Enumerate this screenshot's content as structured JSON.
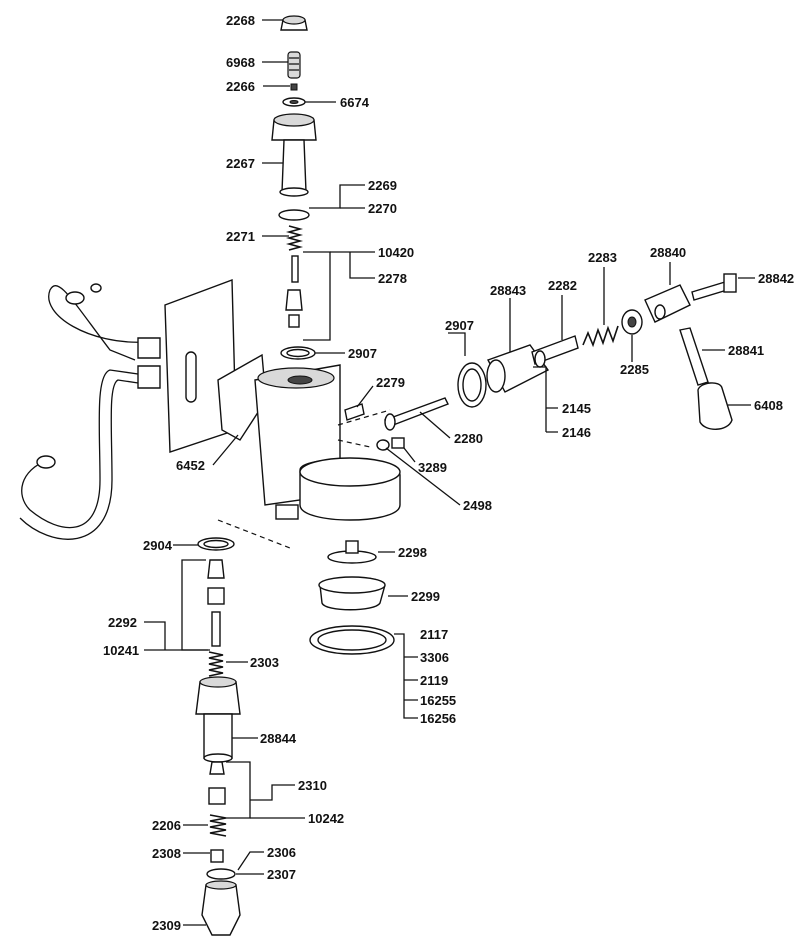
{
  "parts": [
    {
      "id": "p2268",
      "label": "2268"
    },
    {
      "id": "p6968",
      "label": "6968"
    },
    {
      "id": "p2266",
      "label": "2266"
    },
    {
      "id": "p6674",
      "label": "6674"
    },
    {
      "id": "p2267",
      "label": "2267"
    },
    {
      "id": "p2269",
      "label": "2269"
    },
    {
      "id": "p2270",
      "label": "2270"
    },
    {
      "id": "p2271",
      "label": "2271"
    },
    {
      "id": "p10420",
      "label": "10420"
    },
    {
      "id": "p2278",
      "label": "2278"
    },
    {
      "id": "p2907a",
      "label": "2907"
    },
    {
      "id": "p6452",
      "label": "6452"
    },
    {
      "id": "p2279",
      "label": "2279"
    },
    {
      "id": "p2280",
      "label": "2280"
    },
    {
      "id": "p3289",
      "label": "3289"
    },
    {
      "id": "p2498",
      "label": "2498"
    },
    {
      "id": "p2907b",
      "label": "2907"
    },
    {
      "id": "p28843",
      "label": "28843"
    },
    {
      "id": "p2282",
      "label": "2282"
    },
    {
      "id": "p2283",
      "label": "2283"
    },
    {
      "id": "p28840",
      "label": "28840"
    },
    {
      "id": "p28842",
      "label": "28842"
    },
    {
      "id": "p2285",
      "label": "2285"
    },
    {
      "id": "p28841",
      "label": "28841"
    },
    {
      "id": "p6408",
      "label": "6408"
    },
    {
      "id": "p2145",
      "label": "2145"
    },
    {
      "id": "p2146",
      "label": "2146"
    },
    {
      "id": "p2904",
      "label": "2904"
    },
    {
      "id": "p2292",
      "label": "2292"
    },
    {
      "id": "p10241",
      "label": "10241"
    },
    {
      "id": "p2303",
      "label": "2303"
    },
    {
      "id": "p28844",
      "label": "28844"
    },
    {
      "id": "p2310",
      "label": "2310"
    },
    {
      "id": "p10242",
      "label": "10242"
    },
    {
      "id": "p2206",
      "label": "2206"
    },
    {
      "id": "p2308",
      "label": "2308"
    },
    {
      "id": "p2306",
      "label": "2306"
    },
    {
      "id": "p2307",
      "label": "2307"
    },
    {
      "id": "p2309",
      "label": "2309"
    },
    {
      "id": "p2298",
      "label": "2298"
    },
    {
      "id": "p2299",
      "label": "2299"
    },
    {
      "id": "p2117",
      "label": "2117"
    },
    {
      "id": "p3306",
      "label": "3306"
    },
    {
      "id": "p2119",
      "label": "2119"
    },
    {
      "id": "p16255",
      "label": "16255"
    },
    {
      "id": "p16256",
      "label": "16256"
    }
  ]
}
